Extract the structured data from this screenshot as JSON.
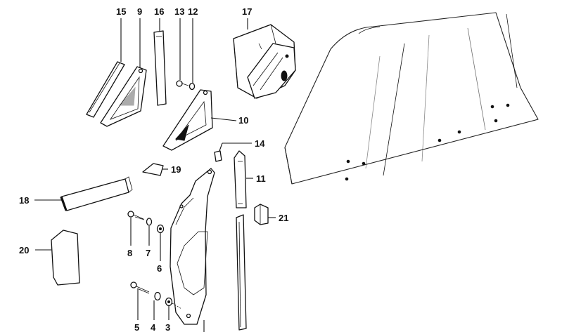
{
  "diagram": {
    "callouts": [
      {
        "id": "15",
        "text": "15"
      },
      {
        "id": "9",
        "text": "9"
      },
      {
        "id": "16",
        "text": "16"
      },
      {
        "id": "13",
        "text": "13"
      },
      {
        "id": "12",
        "text": "12"
      },
      {
        "id": "17",
        "text": "17"
      },
      {
        "id": "10",
        "text": "10"
      },
      {
        "id": "14",
        "text": "14"
      },
      {
        "id": "19",
        "text": "19"
      },
      {
        "id": "11",
        "text": "11"
      },
      {
        "id": "18",
        "text": "18"
      },
      {
        "id": "21",
        "text": "21"
      },
      {
        "id": "20",
        "text": "20"
      },
      {
        "id": "8",
        "text": "8"
      },
      {
        "id": "7",
        "text": "7"
      },
      {
        "id": "6",
        "text": "6"
      },
      {
        "id": "5",
        "text": "5"
      },
      {
        "id": "4",
        "text": "4"
      },
      {
        "id": "3",
        "text": "3"
      }
    ]
  }
}
